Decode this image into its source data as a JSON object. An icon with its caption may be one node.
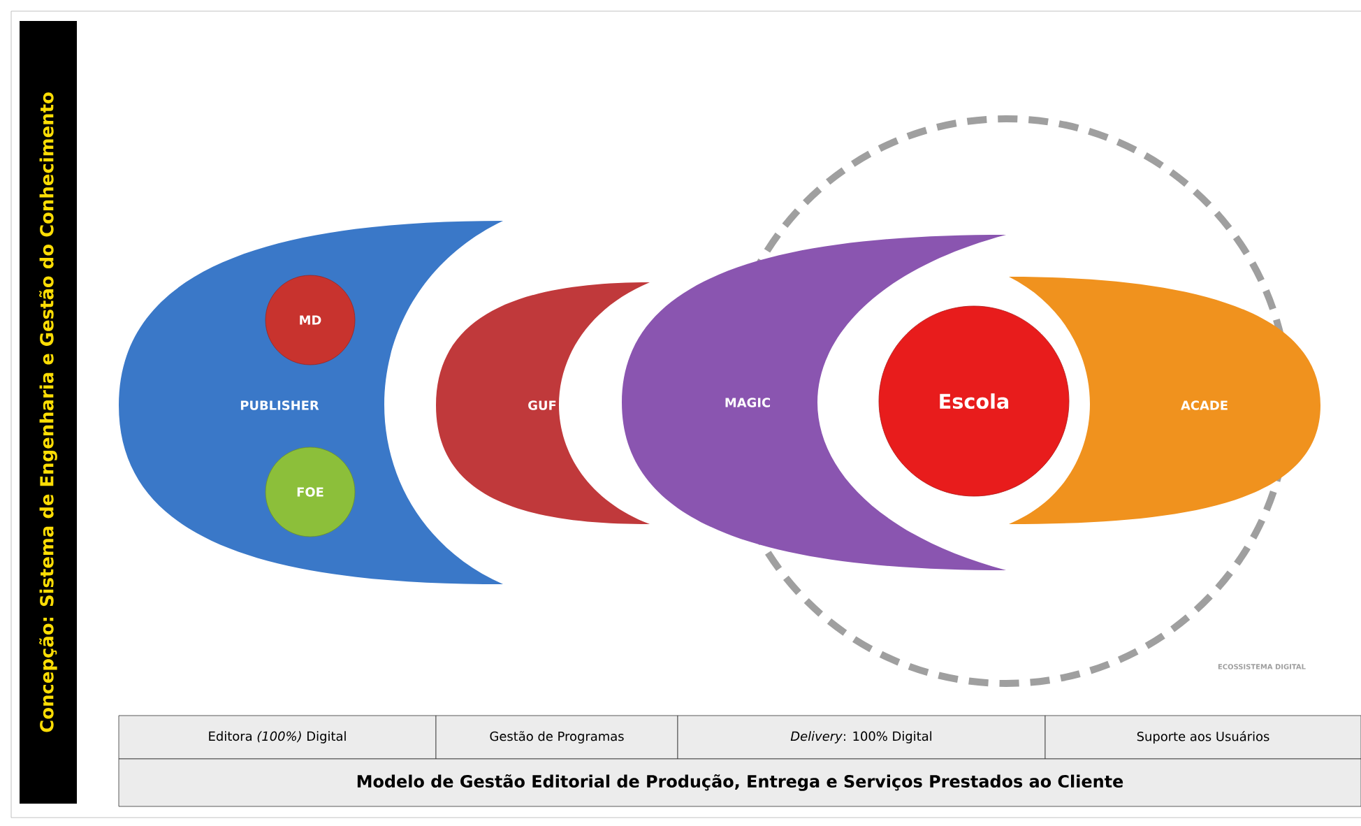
{
  "diagram": {
    "nodes": [
      {
        "text": [
          "Concepção: Sistema de Engenharia e Gestão do Conhecimento"
        ]
      },
      {
        "text": [
          "PUBLISHER"
        ]
      },
      {
        "text": [
          "MD"
        ],
        "in": 1
      },
      {
        "text": [
          "FOE"
        ],
        "in": 1
      },
      {
        "text": [
          "GUF"
        ]
      },
      {
        "text": [
          "ECOSSISTEMA DIGITAL"
        ]
      },
      {
        "text": [
          "MAGIC"
        ]
      },
      {
        "text": [
          "Escola"
        ],
        "in": 5
      },
      {
        "text": [
          "ACADE"
        ]
      },
      {
        "text": [
          "Editora *(100%)* Digital"
        ]
      },
      {
        "text": [
          "Gestão de Programas"
        ]
      },
      {
        "text": [
          "*Delivery*: 100% Digital"
        ]
      },
      {
        "text": [
          "Suporte aos Usuários"
        ]
      },
      {
        "text": [
          "Modelo de Gestão Editorial de Produção, Entrega e Serviços Prestados ao Cliente"
        ]
      }
    ],
    "edges": []
  }
}
